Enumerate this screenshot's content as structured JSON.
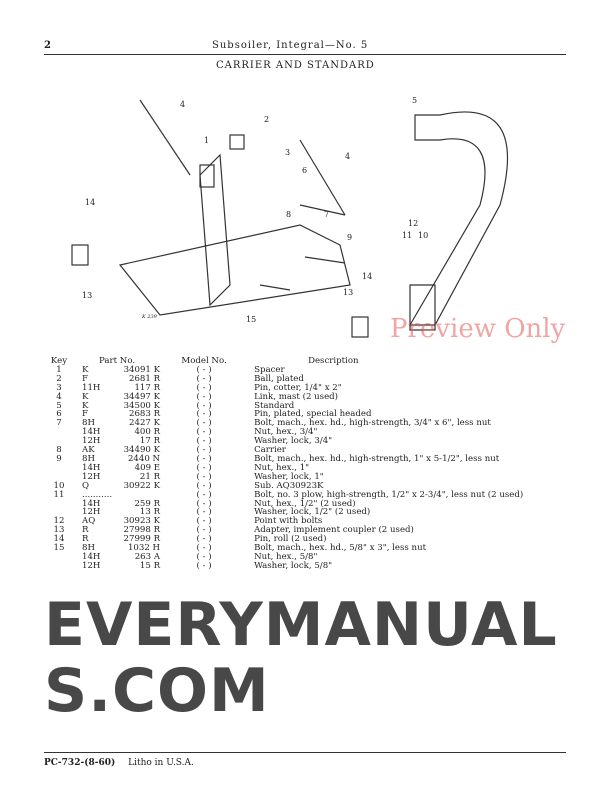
{
  "header": {
    "page_number": "2",
    "title": "Subsoiler, Integral—No. 5",
    "section": "CARRIER AND STANDARD"
  },
  "figure": {
    "label": "K 239",
    "callouts": [
      "1",
      "2",
      "3",
      "4",
      "4",
      "5",
      "6",
      "7",
      "8",
      "9",
      "10",
      "11",
      "12",
      "13",
      "13",
      "14",
      "14",
      "15"
    ]
  },
  "table": {
    "columns": [
      "Key",
      "Part No.",
      "Model No.",
      "Description"
    ],
    "rows": [
      {
        "key": "1",
        "prefix": "K",
        "number": "34091 K",
        "model": "( - )",
        "desc": "Spacer"
      },
      {
        "key": "2",
        "prefix": "F",
        "number": "2681 R",
        "model": "( - )",
        "desc": "Ball, plated"
      },
      {
        "key": "3",
        "prefix": "11H",
        "number": "117 R",
        "model": "( - )",
        "desc": "Pin, cotter, 1/4\" x 2\""
      },
      {
        "key": "4",
        "prefix": "K",
        "number": "34497 K",
        "model": "( - )",
        "desc": "Link, mast (2 used)"
      },
      {
        "key": "5",
        "prefix": "K",
        "number": "34500 K",
        "model": "( - )",
        "desc": "Standard"
      },
      {
        "key": "6",
        "prefix": "F",
        "number": "2683 R",
        "model": "( - )",
        "desc": "Pin, plated, special headed"
      },
      {
        "key": "7",
        "prefix": "8H",
        "number": "2427 K",
        "model": "( - )",
        "desc": "Bolt, mach., hex. hd., high-strength, 3/4\" x 6\", less nut"
      },
      {
        "key": "",
        "prefix": "14H",
        "number": "400 R",
        "model": "( - )",
        "desc": "Nut, hex., 3/4\""
      },
      {
        "key": "",
        "prefix": "12H",
        "number": "17 R",
        "model": "( - )",
        "desc": "Washer, lock, 3/4\""
      },
      {
        "key": "8",
        "prefix": "AK",
        "number": "34490 K",
        "model": "( - )",
        "desc": "Carrier"
      },
      {
        "key": "9",
        "prefix": "8H",
        "number": "2440 N",
        "model": "( - )",
        "desc": "Bolt, mach., hex. hd., high-strength, 1\" x 5-1/2\", less nut"
      },
      {
        "key": "",
        "prefix": "14H",
        "number": "409 E",
        "model": "( - )",
        "desc": "Nut, hex., 1\""
      },
      {
        "key": "",
        "prefix": "12H",
        "number": "21 R",
        "model": "( - )",
        "desc": "Washer, lock, 1\""
      },
      {
        "key": "10",
        "prefix": "Q",
        "number": "30922 K",
        "model": "( - )",
        "desc": "Sub. AQ30923K"
      },
      {
        "key": "11",
        "prefix": "...........",
        "number": "",
        "model": "( - )",
        "desc": "Bolt, no. 3 plow, high-strength, 1/2\" x 2-3/4\", less nut (2 used)"
      },
      {
        "key": "",
        "prefix": "14H",
        "number": "259 R",
        "model": "( - )",
        "desc": "Nut, hex., 1/2\" (2 used)"
      },
      {
        "key": "",
        "prefix": "12H",
        "number": "13 R",
        "model": "( - )",
        "desc": "Washer, lock, 1/2\" (2 used)"
      },
      {
        "key": "12",
        "prefix": "AQ",
        "number": "30923 K",
        "model": "( - )",
        "desc": "Point with bolts"
      },
      {
        "key": "13",
        "prefix": "R",
        "number": "27998 R",
        "model": "( - )",
        "desc": "Adapter, implement coupler (2 used)"
      },
      {
        "key": "14",
        "prefix": "R",
        "number": "27999 R",
        "model": "( - )",
        "desc": "Pin, roll (2 used)"
      },
      {
        "key": "15",
        "prefix": "8H",
        "number": "1032 H",
        "model": "( - )",
        "desc": "Bolt, mach., hex. hd., 5/8\" x 3\", less nut"
      },
      {
        "key": "",
        "prefix": "14H",
        "number": "263 A",
        "model": "( - )",
        "desc": "Nut, hex., 5/8\""
      },
      {
        "key": "",
        "prefix": "12H",
        "number": "15 R",
        "model": "( - )",
        "desc": "Washer, lock, 5/8\""
      }
    ]
  },
  "footer": {
    "code": "PC-732-(8-60)",
    "litho": "Litho in U.S.A."
  },
  "watermark": {
    "brand": "EVERYMANUALS.COM",
    "preview": "Preview Only"
  }
}
